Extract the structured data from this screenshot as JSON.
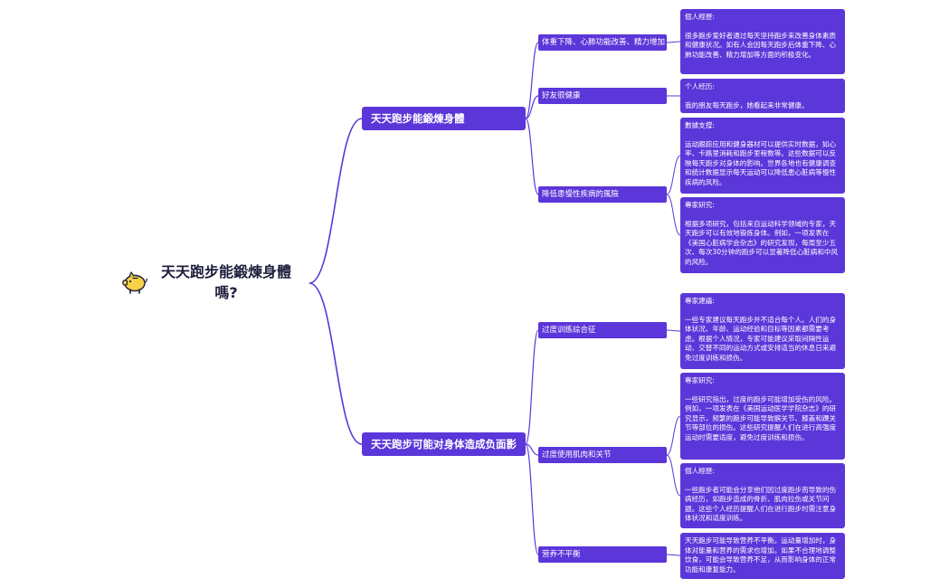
{
  "root": {
    "title": "天天跑步能鍛煉身體嗎?",
    "icon": "piggy-bank-icon"
  },
  "colors": {
    "node": "#5b36d9",
    "line": "#5b36d9",
    "root_text": "#1e1e3c",
    "icon_fill": "#f6d24a"
  },
  "branches": [
    {
      "label": "天天跑步能鍛煉身體",
      "subs": [
        {
          "label": "体重下降、心肺功能改善、精力增加",
          "leaves": [
            {
              "heading": "個人經歷:",
              "body": "很多跑步爱好者通过每天坚持跑步来改善身体素质和健康状况。如有人会因每天跑步后体重下降、心肺功能改善、精力增加等方面的积极变化。"
            }
          ]
        },
        {
          "label": "好友很健康",
          "leaves": [
            {
              "heading": "个人经历:",
              "body": "我的朋友每天跑步，她看起来非常健康。"
            }
          ]
        },
        {
          "label": "降低患慢性疾病的風險",
          "leaves": [
            {
              "heading": "數據支撐:",
              "body": "运动跟踪应用和健身器材可以提供实时数据，如心率、卡路里消耗和跑步里程数等。这些数据可以反映每天跑步对身体的影响。世界各地也有健康调查和统计数据显示每天运动可以降低患心脏病等慢性疾病的风险。"
            },
            {
              "heading": "專家研究:",
              "body": "根据多项研究，包括来自运动科学领域的专家，天天跑步可以有效地锻炼身体。例如，一项发表在《美国心脏病学会杂志》的研究发现，每周至少五次、每次30分钟的跑步可以显著降低心脏病和中风的风险。"
            }
          ]
        }
      ]
    },
    {
      "label": "天天跑步可能对身体造成负面影响",
      "subs": [
        {
          "label": "过度训练综合征",
          "leaves": [
            {
              "heading": "專家建議:",
              "body": "一些专家建议每天跑步并不适合每个人。人们的身体状况、年龄、运动经验和目标等因素都需要考虑。根据个人情况，专家可能建议采取间隔性运动、交替不同的运动方式或安排适当的休息日来避免过度训练和损伤。"
            }
          ]
        },
        {
          "label": "过度使用肌肉和关节",
          "leaves": [
            {
              "heading": "專家研究:",
              "body": "一些研究指出，过度的跑步可能增加受伤的风险。例如，一项发表在《美国运动医学学院杂志》的研究显示，频繁的跑步可能导致髌关节、膝盖和踝关节等部位的损伤。这些研究提醒人们在进行高强度运动时需要适度，避免过度训练和损伤。"
            },
            {
              "heading": "個人經歷:",
              "body": "一些跑步者可能会分享他们因过度跑步而导致的伤病经历，如跑步造成的骨折、肌肉拉伤或关节问题。这些个人经历提醒人们在进行跑步时需注意身体状况和适度训练。"
            }
          ]
        },
        {
          "label": "营养不平衡",
          "leaves": [
            {
              "heading": "",
              "body": "天天跑步可能导致营养不平衡。运动量增加时，身体对能量和营养的需求也增加。如果不合理地调整饮食，可能会导致营养不足，从而影响身体的正常功能和康复能力。"
            }
          ]
        }
      ]
    }
  ]
}
